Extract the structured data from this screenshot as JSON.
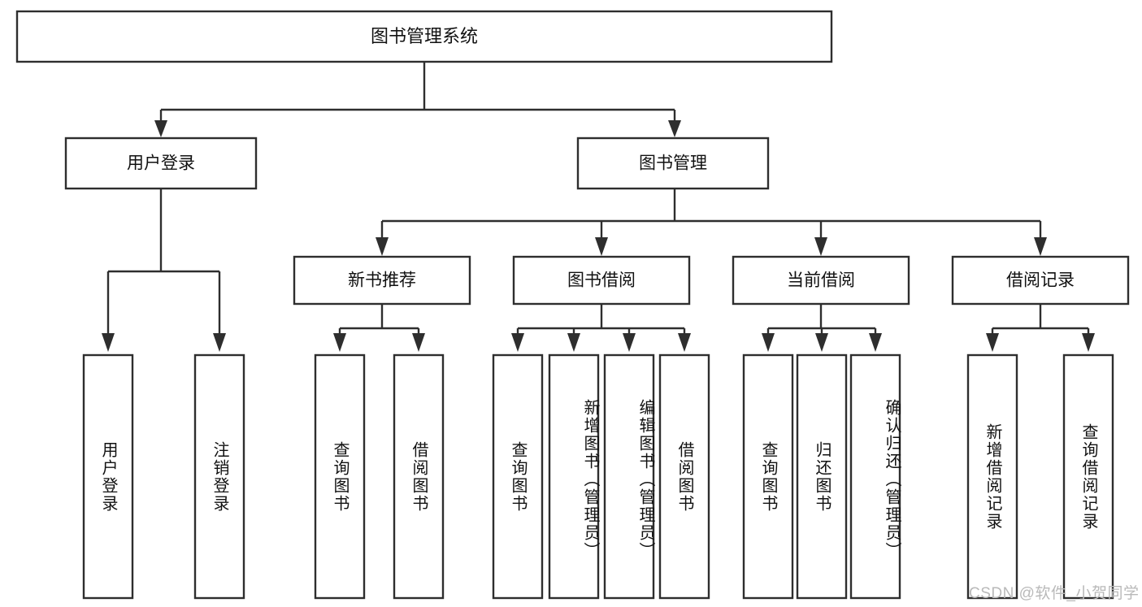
{
  "diagram": {
    "type": "tree-hierarchy",
    "title": "图书管理系统",
    "watermark": "CSDN @软件_小贺同学",
    "colors": {
      "stroke": "#2e2e2e",
      "fill": "#ffffff",
      "text": "#111111",
      "watermark": "#b9b9b9"
    },
    "root": {
      "label": "图书管理系统"
    },
    "level2": [
      {
        "label": "用户登录"
      },
      {
        "label": "图书管理"
      }
    ],
    "level3": [
      {
        "label": "新书推荐"
      },
      {
        "label": "图书借阅"
      },
      {
        "label": "当前借阅"
      },
      {
        "label": "借阅记录"
      }
    ],
    "leaves": {
      "user_login": [
        {
          "label": "用户登录"
        },
        {
          "label": "注销登录"
        }
      ],
      "new_book_recommend": [
        {
          "label": "查询图书"
        },
        {
          "label": "借阅图书"
        }
      ],
      "book_borrow": [
        {
          "label": "查询图书"
        },
        {
          "label": "新增图书（管理员）"
        },
        {
          "label": "编辑图书（管理员）"
        },
        {
          "label": "借阅图书"
        }
      ],
      "current_borrow": [
        {
          "label": "查询图书"
        },
        {
          "label": "归还图书"
        },
        {
          "label": "确认归还（管理员）"
        }
      ],
      "borrow_record": [
        {
          "label": "新增借阅记录"
        },
        {
          "label": "查询借阅记录"
        }
      ]
    }
  }
}
